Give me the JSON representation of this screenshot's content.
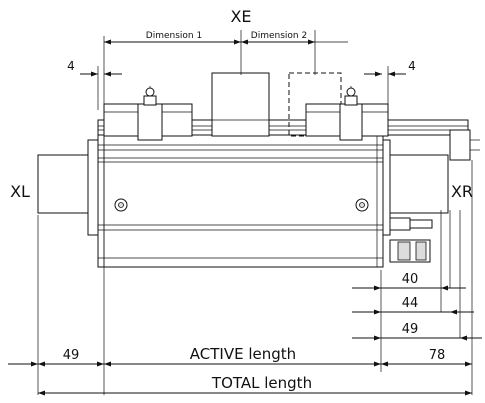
{
  "labels": {
    "xe": "XE",
    "xl": "XL",
    "xr": "XR",
    "dimension_1": "Dimension 1",
    "dimension_2": "Dimension 2",
    "left_offset": "4",
    "right_offset": "4",
    "dim_40": "40",
    "dim_44": "44",
    "dim_49_right": "49",
    "dim_49_left": "49",
    "dim_78": "78",
    "active_length": "ACTIVE length",
    "total_length": "TOTAL length"
  }
}
